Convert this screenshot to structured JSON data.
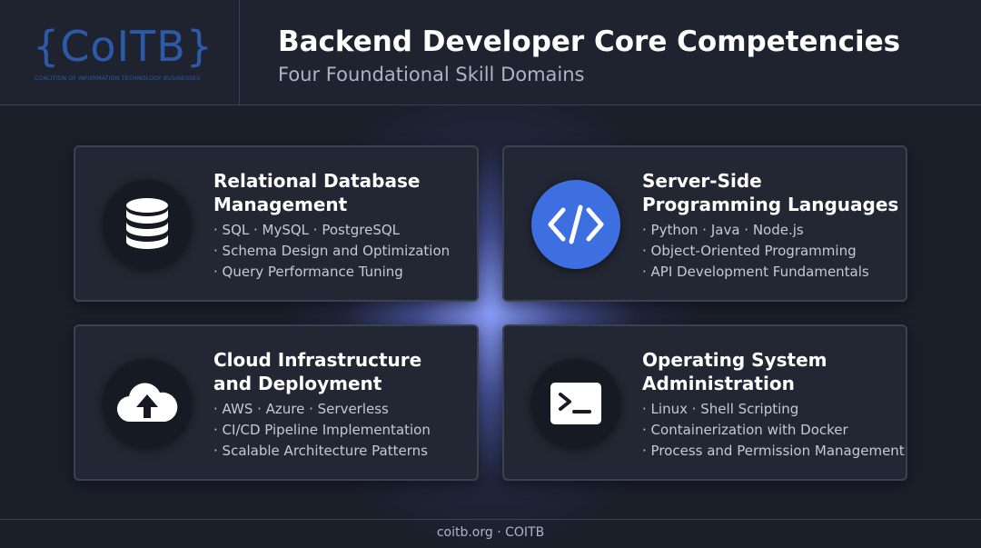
{
  "logo": {
    "text": "{CoITB}",
    "subtitle": "COALITION OF INFORMATION TECHNOLOGY BUSINESSES"
  },
  "header": {
    "title": "Backend Developer Core Competencies",
    "subtitle": "Four Foundational Skill Domains"
  },
  "cards": [
    {
      "icon": "database-icon",
      "title_lines": [
        "Relational Database",
        "Management"
      ],
      "bullets": [
        "SQL · MySQL · PostgreSQL",
        "Schema Design and Optimization",
        "Query Performance Tuning"
      ]
    },
    {
      "icon": "code-icon",
      "title_lines": [
        "Server-Side",
        "Programming Languages"
      ],
      "bullets": [
        "Python · Java · Node.js",
        "Object-Oriented Programming",
        "API Development Fundamentals"
      ]
    },
    {
      "icon": "cloud-upload-icon",
      "title_lines": [
        "Cloud Infrastructure",
        "and Deployment"
      ],
      "bullets": [
        "AWS · Azure · Serverless",
        "CI/CD Pipeline Implementation",
        "Scalable Architecture Patterns"
      ]
    },
    {
      "icon": "terminal-icon",
      "title_lines": [
        "Operating System",
        "Administration"
      ],
      "bullets": [
        "Linux · Shell Scripting",
        "Containerization with Docker",
        "Process and Permission Management"
      ]
    }
  ],
  "footer": {
    "text": "coitb.org · COITB"
  },
  "colors": {
    "background": "#1b1f2a",
    "accent": "#3e6fe0",
    "logo": "#2d5aa8"
  }
}
